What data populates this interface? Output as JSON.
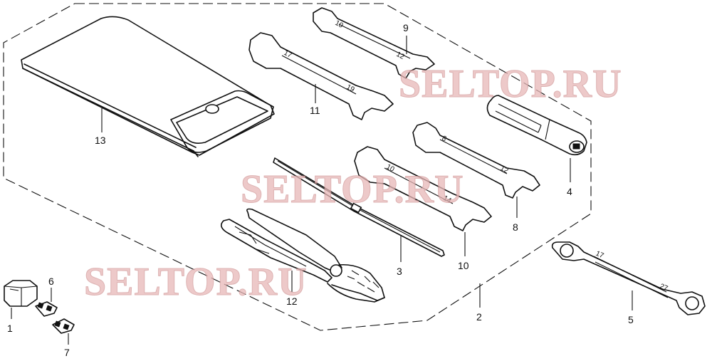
{
  "watermark": "SELTOP.RU",
  "callouts": {
    "c1": "1",
    "c2": "2",
    "c3": "3",
    "c4": "4",
    "c5": "5",
    "c6": "6",
    "c7": "7",
    "c8": "8",
    "c9": "9",
    "c10": "10",
    "c11": "11",
    "c12": "12",
    "c13": "13"
  },
  "wrench_sizes": {
    "w9a": "10",
    "w9b": "12",
    "w11a": "17",
    "w11b": "19",
    "w8a": "8",
    "w8b": "12",
    "w10a": "10",
    "w10b": "14",
    "w5a": "17",
    "w5b": "27"
  }
}
